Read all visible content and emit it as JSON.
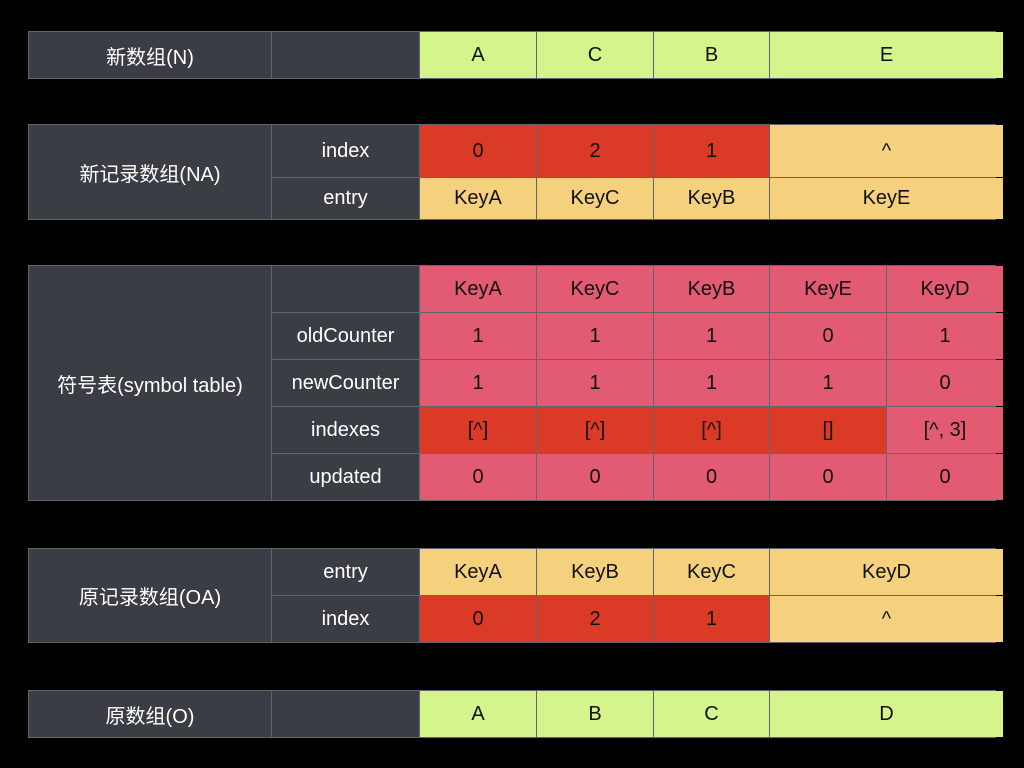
{
  "new_array": {
    "title": "新数组(N)",
    "label": "",
    "values": [
      "A",
      "C",
      "B",
      "E"
    ]
  },
  "new_record": {
    "title": "新记录数组(NA)",
    "rows": [
      {
        "label": "index",
        "values": [
          "0",
          "2",
          "1",
          "^"
        ]
      },
      {
        "label": "entry",
        "values": [
          "KeyA",
          "KeyC",
          "KeyB",
          "KeyE"
        ]
      }
    ]
  },
  "symbol_table": {
    "title": "符号表(symbol table)",
    "header": [
      "KeyA",
      "KeyC",
      "KeyB",
      "KeyE",
      "KeyD"
    ],
    "rows": [
      {
        "label": "oldCounter",
        "values": [
          "1",
          "1",
          "1",
          "0",
          "1"
        ]
      },
      {
        "label": "newCounter",
        "values": [
          "1",
          "1",
          "1",
          "1",
          "0"
        ]
      },
      {
        "label": "indexes",
        "values": [
          "[^]",
          "[^]",
          "[^]",
          "[]",
          "[^, 3]"
        ]
      },
      {
        "label": "updated",
        "values": [
          "0",
          "0",
          "0",
          "0",
          "0"
        ]
      }
    ]
  },
  "old_record": {
    "title": "原记录数组(OA)",
    "rows": [
      {
        "label": "entry",
        "values": [
          "KeyA",
          "KeyB",
          "KeyC",
          "KeyD"
        ]
      },
      {
        "label": "index",
        "values": [
          "0",
          "2",
          "1",
          "^"
        ]
      }
    ]
  },
  "old_array": {
    "title": "原数组(O)",
    "label": "",
    "values": [
      "A",
      "B",
      "C",
      "D"
    ]
  },
  "colors": {
    "header": "#3a3d44",
    "green": "#d5f58c",
    "orange": "#f5d17d",
    "red": "#db3a26",
    "pink": "#e25b72"
  }
}
